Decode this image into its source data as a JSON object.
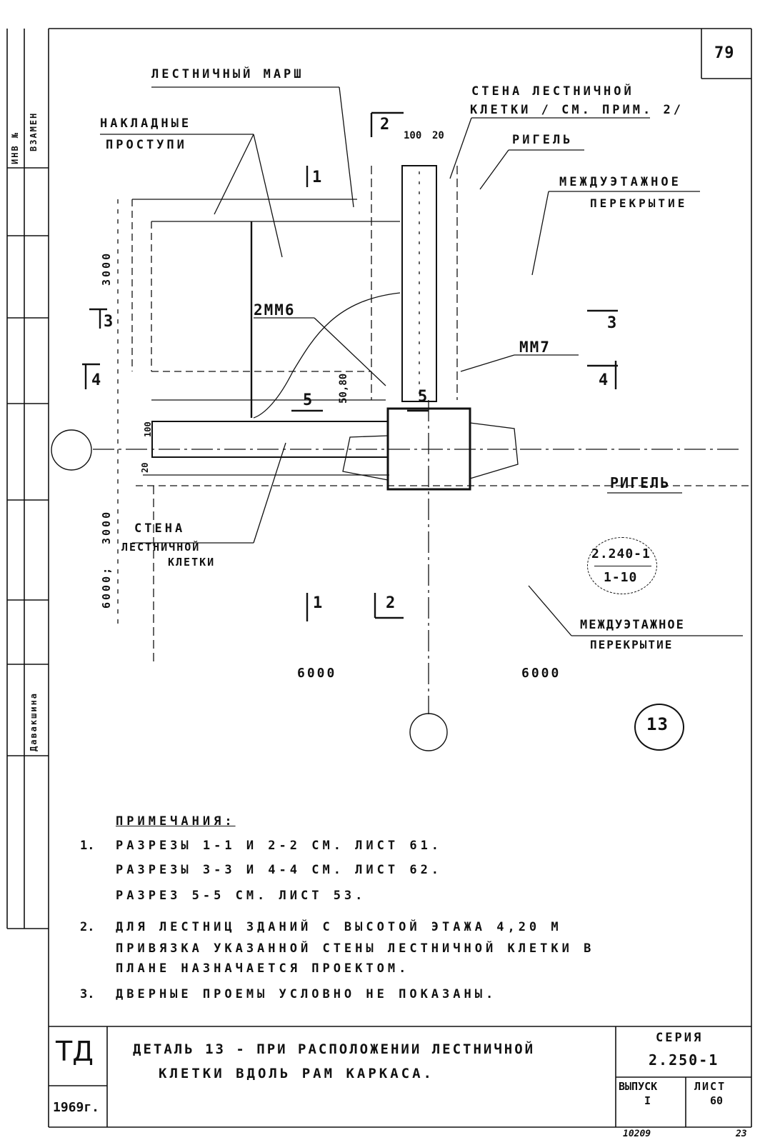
{
  "sheet_number_corner": "79",
  "left_margin": {
    "inv_label": "ИНВ №",
    "vzamen_label": "ВЗАМЕН",
    "signature_name": "Давакшина"
  },
  "labels": {
    "stair_flight": "ЛЕСТНИЧНЫЙ МАРШ",
    "stair_wall_top": "СТЕНА ЛЕСТНИЧНОЙ",
    "stair_wall_top_2": "КЛЕТКИ / СМ. ПРИМ. 2/",
    "treads_1": "НАКЛАДНЫЕ",
    "treads_2": "ПРОСТУПИ",
    "crossbar_top": "РИГЕЛЬ",
    "floor_slab_top_1": "МЕЖДУЭТАЖНОЕ",
    "floor_slab_top_2": "ПЕРЕКРЫТИЕ",
    "element_2mm6": "2ММ6",
    "element_mm7": "ММ7",
    "crossbar_right": "РИГЕЛЬ",
    "stair_wall_bottom_1": "СТЕНА",
    "stair_wall_bottom_2": "ЛЕСТНИЧНОЙ",
    "stair_wall_bottom_3": "КЛЕТКИ",
    "floor_slab_bottom_1": "МЕЖДУЭТАЖНОЕ",
    "floor_slab_bottom_2": "ПЕРЕКРЫТИЕ",
    "ref_series": "2.240-1",
    "ref_sheet": "1-10",
    "detail_number": "13"
  },
  "dimensions": {
    "d100_top": "100",
    "d20_top": "20",
    "d3000_upper": "3000",
    "d3000_lower": "3000",
    "d6000_left_vert": "6000;",
    "d100_left": "100",
    "d20_left": "20",
    "d50_80": "50,80",
    "d6000_bottom_left": "6000",
    "d6000_bottom_right": "6000"
  },
  "section_marks": {
    "s1_top": "1",
    "s2_top": "2",
    "s3_left": "3",
    "s4_left": "4",
    "s3_right": "3",
    "s4_right": "4",
    "s5_left": "5",
    "s5_right": "5",
    "s1_bottom": "1",
    "s2_bottom": "2"
  },
  "notes": {
    "heading": "ПРИМЕЧАНИЯ:",
    "items": [
      {
        "num": "1.",
        "lines": [
          "РАЗРЕЗЫ  1-1  И  2-2  СМ.  ЛИСТ  61.",
          "РАЗРЕЗЫ  3-3  И  4-4  СМ.  ЛИСТ  62.",
          "РАЗРЕЗ   5-5  СМ.  ЛИСТ  53."
        ]
      },
      {
        "num": "2.",
        "lines": [
          "ДЛЯ  ЛЕСТНИЦ  ЗДАНИЙ  С ВЫСОТОЙ  ЭТАЖА  4,20 М",
          "ПРИВЯЗКА УКАЗАННОЙ  СТЕНЫ  ЛЕСТНИЧНОЙ  КЛЕТКИ  В",
          "ПЛАНЕ   НАЗНАЧАЕТСЯ   ПРОЕКТОМ."
        ]
      },
      {
        "num": "3.",
        "lines": [
          "ДВЕРНЫЕ  ПРОЕМЫ  УСЛОВНО  НЕ  ПОКАЗАНЫ."
        ]
      }
    ]
  },
  "title_block": {
    "org": "ТД",
    "year": "1969г.",
    "title_line1": "ДЕТАЛЬ 13 - ПРИ РАСПОЛОЖЕНИИ ЛЕСТНИЧНОЙ",
    "title_line2": "КЛЕТКИ  ВДОЛЬ  РАМ  КАРКАСА.",
    "series_label": "СЕРИЯ",
    "series_value": "2.250-1",
    "issue_label": "ВЫПУСК",
    "issue_value": "I",
    "sheet_label": "ЛИСТ",
    "sheet_value": "60"
  },
  "footer": {
    "doc_number": "10209",
    "page": "23"
  }
}
